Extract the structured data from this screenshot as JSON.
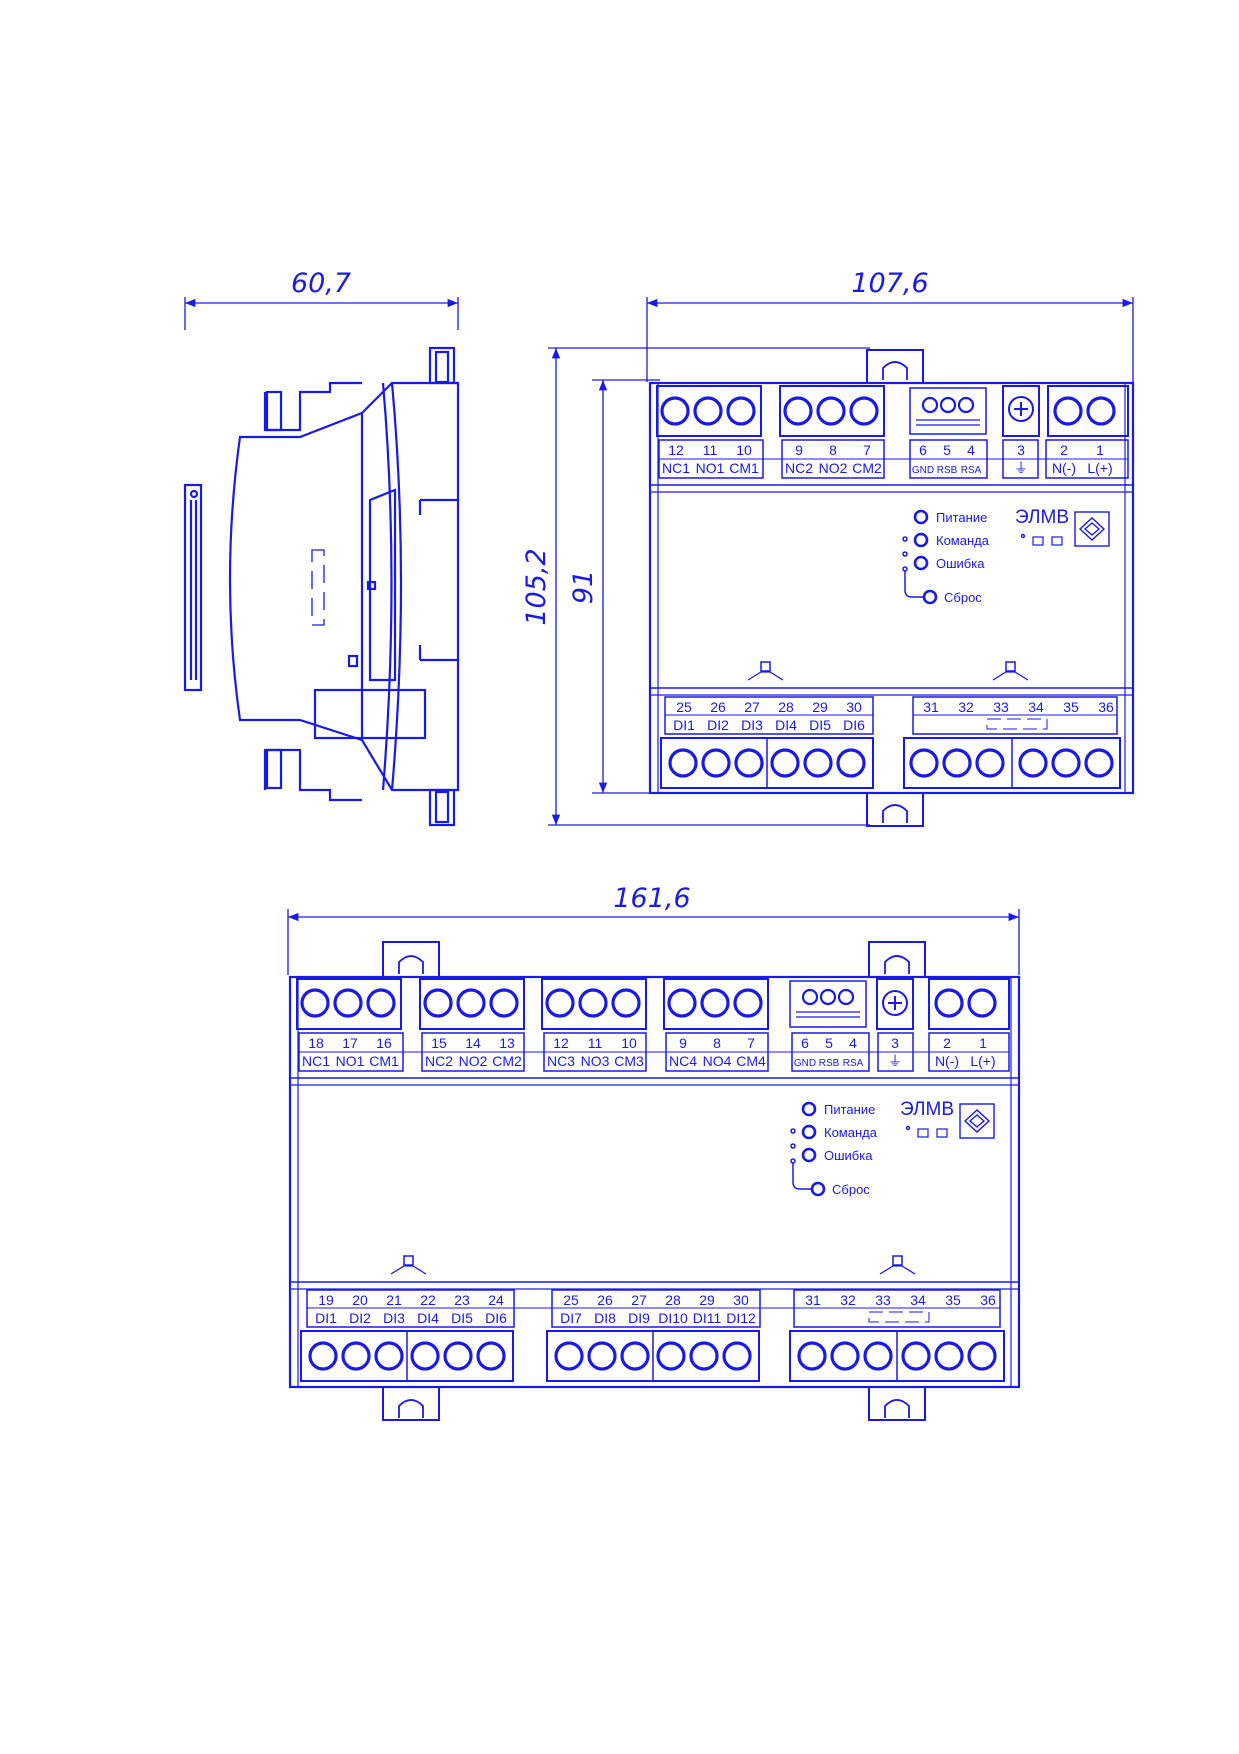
{
  "colors": {
    "line": "#1a1ae6",
    "background": "#ffffff"
  },
  "dimensions": {
    "side_depth": "60,7",
    "top_width": "107,6",
    "bottom_width": "161,6",
    "height_total": "105,2",
    "height_body": "91"
  },
  "top_view": {
    "top_groups": [
      {
        "nums": [
          "12",
          "11",
          "10"
        ],
        "labels": [
          "NC1",
          "NO1",
          "CM1"
        ]
      },
      {
        "nums": [
          "9",
          "8",
          "7"
        ],
        "labels": [
          "NC2",
          "NO2",
          "CM2"
        ]
      },
      {
        "nums": [
          "6",
          "5",
          "4"
        ],
        "labels": [
          "GND",
          "RSB",
          "RSA"
        ]
      },
      {
        "nums": [
          "3"
        ],
        "labels": [
          "⏚"
        ]
      },
      {
        "nums": [
          "2",
          "1"
        ],
        "labels": [
          "N(-)",
          "L(+)"
        ]
      }
    ],
    "bottom_groups": [
      {
        "nums": [
          "25",
          "26",
          "27",
          "28",
          "29",
          "30"
        ],
        "labels": [
          "DI1",
          "DI2",
          "DI3",
          "DI4",
          "DI5",
          "DI6"
        ]
      },
      {
        "nums": [
          "31",
          "32",
          "33",
          "34",
          "35",
          "36"
        ],
        "labels": []
      }
    ],
    "indicators": [
      "Питание",
      "Команда",
      "Ошибка"
    ],
    "reset": "Сброс",
    "brand": "ЭЛМВ"
  },
  "bottom_view": {
    "top_groups": [
      {
        "nums": [
          "18",
          "17",
          "16"
        ],
        "labels": [
          "NC1",
          "NO1",
          "CM1"
        ]
      },
      {
        "nums": [
          "15",
          "14",
          "13"
        ],
        "labels": [
          "NC2",
          "NO2",
          "CM2"
        ]
      },
      {
        "nums": [
          "12",
          "11",
          "10"
        ],
        "labels": [
          "NC3",
          "NO3",
          "CM3"
        ]
      },
      {
        "nums": [
          "9",
          "8",
          "7"
        ],
        "labels": [
          "NC4",
          "NO4",
          "CM4"
        ]
      },
      {
        "nums": [
          "6",
          "5",
          "4"
        ],
        "labels": [
          "GND",
          "RSB",
          "RSA"
        ]
      },
      {
        "nums": [
          "3"
        ],
        "labels": [
          "⏚"
        ]
      },
      {
        "nums": [
          "2",
          "1"
        ],
        "labels": [
          "N(-)",
          "L(+)"
        ]
      }
    ],
    "bottom_groups": [
      {
        "nums": [
          "19",
          "20",
          "21",
          "22",
          "23",
          "24"
        ],
        "labels": [
          "DI1",
          "DI2",
          "DI3",
          "DI4",
          "DI5",
          "DI6"
        ]
      },
      {
        "nums": [
          "25",
          "26",
          "27",
          "28",
          "29",
          "30"
        ],
        "labels": [
          "DI7",
          "DI8",
          "DI9",
          "DI10",
          "DI11",
          "DI12"
        ]
      },
      {
        "nums": [
          "31",
          "32",
          "33",
          "34",
          "35",
          "36"
        ],
        "labels": []
      }
    ],
    "indicators": [
      "Питание",
      "Команда",
      "Ошибка"
    ],
    "reset": "Сброс",
    "brand": "ЭЛМВ"
  }
}
